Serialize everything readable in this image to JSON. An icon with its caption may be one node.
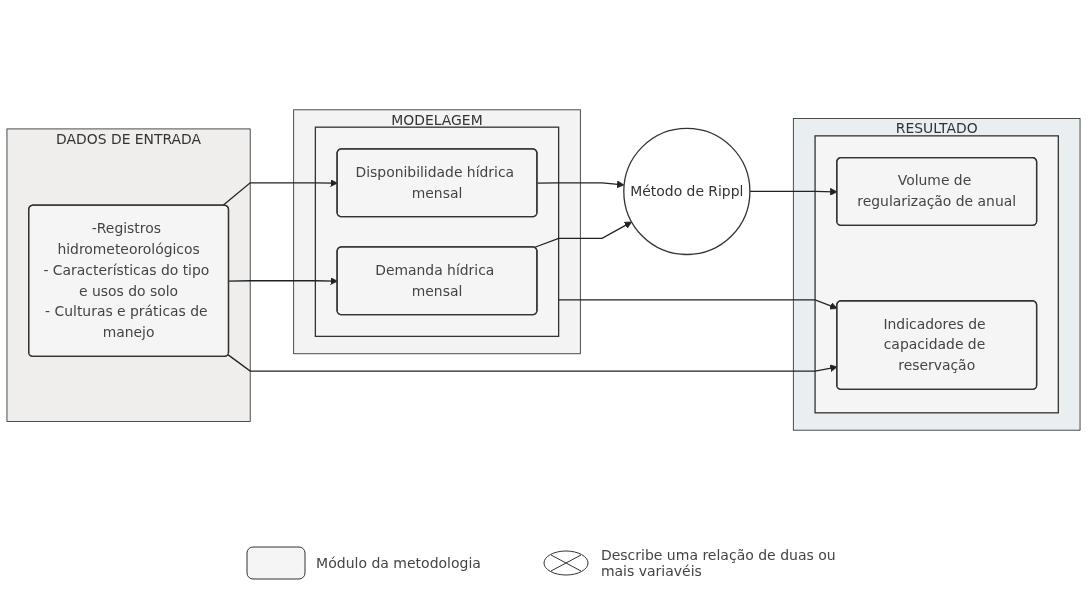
{
  "diagram": {
    "nodes": [
      {
        "text": [
          "DADOS DE ENTRADA"
        ]
      },
      {
        "text": [
          "-Registros hidrometeorológicos",
          "- Características do tipo e usos do solo",
          "- Culturas e práticas de manejo"
        ],
        "in": 0
      },
      {
        "text": [
          "MODELAGEM"
        ]
      },
      {
        "text": [],
        "shape": "box",
        "in": 2
      },
      {
        "text": [
          "Demanda hídrica mensal"
        ],
        "in": 3
      },
      {
        "text": [
          "Disponibilidade hídrica mensal"
        ],
        "in": 3
      },
      {
        "text": [
          "Método de Rippl"
        ]
      },
      {
        "text": [
          "RESULTADO"
        ]
      },
      {
        "text": [],
        "shape": "box",
        "in": 7
      },
      {
        "text": [
          "Volume de regularização de anual"
        ],
        "in": 8
      },
      {
        "text": [
          "Indicadores de capacidade de reservação"
        ],
        "in": 8
      }
    ],
    "edges": [
      {
        "from": 1,
        "to": 4,
        "arrow": "to"
      },
      {
        "from": 1,
        "to": 5,
        "arrow": "to"
      },
      {
        "from": 4,
        "to": 6,
        "arrow": "to"
      },
      {
        "from": 5,
        "to": 6,
        "arrow": "to"
      },
      {
        "from": 6,
        "to": 9,
        "arrow": "to"
      },
      {
        "from": 1,
        "to": 10,
        "arrow": "to"
      },
      {
        "from": 3,
        "to": 10,
        "arrow": "to"
      }
    ],
    "legend": [
      {
        "text": "Módulo da metodologia"
      },
      {
        "text": "Describe uma relação de duas ou mais variavéis"
      }
    ]
  }
}
